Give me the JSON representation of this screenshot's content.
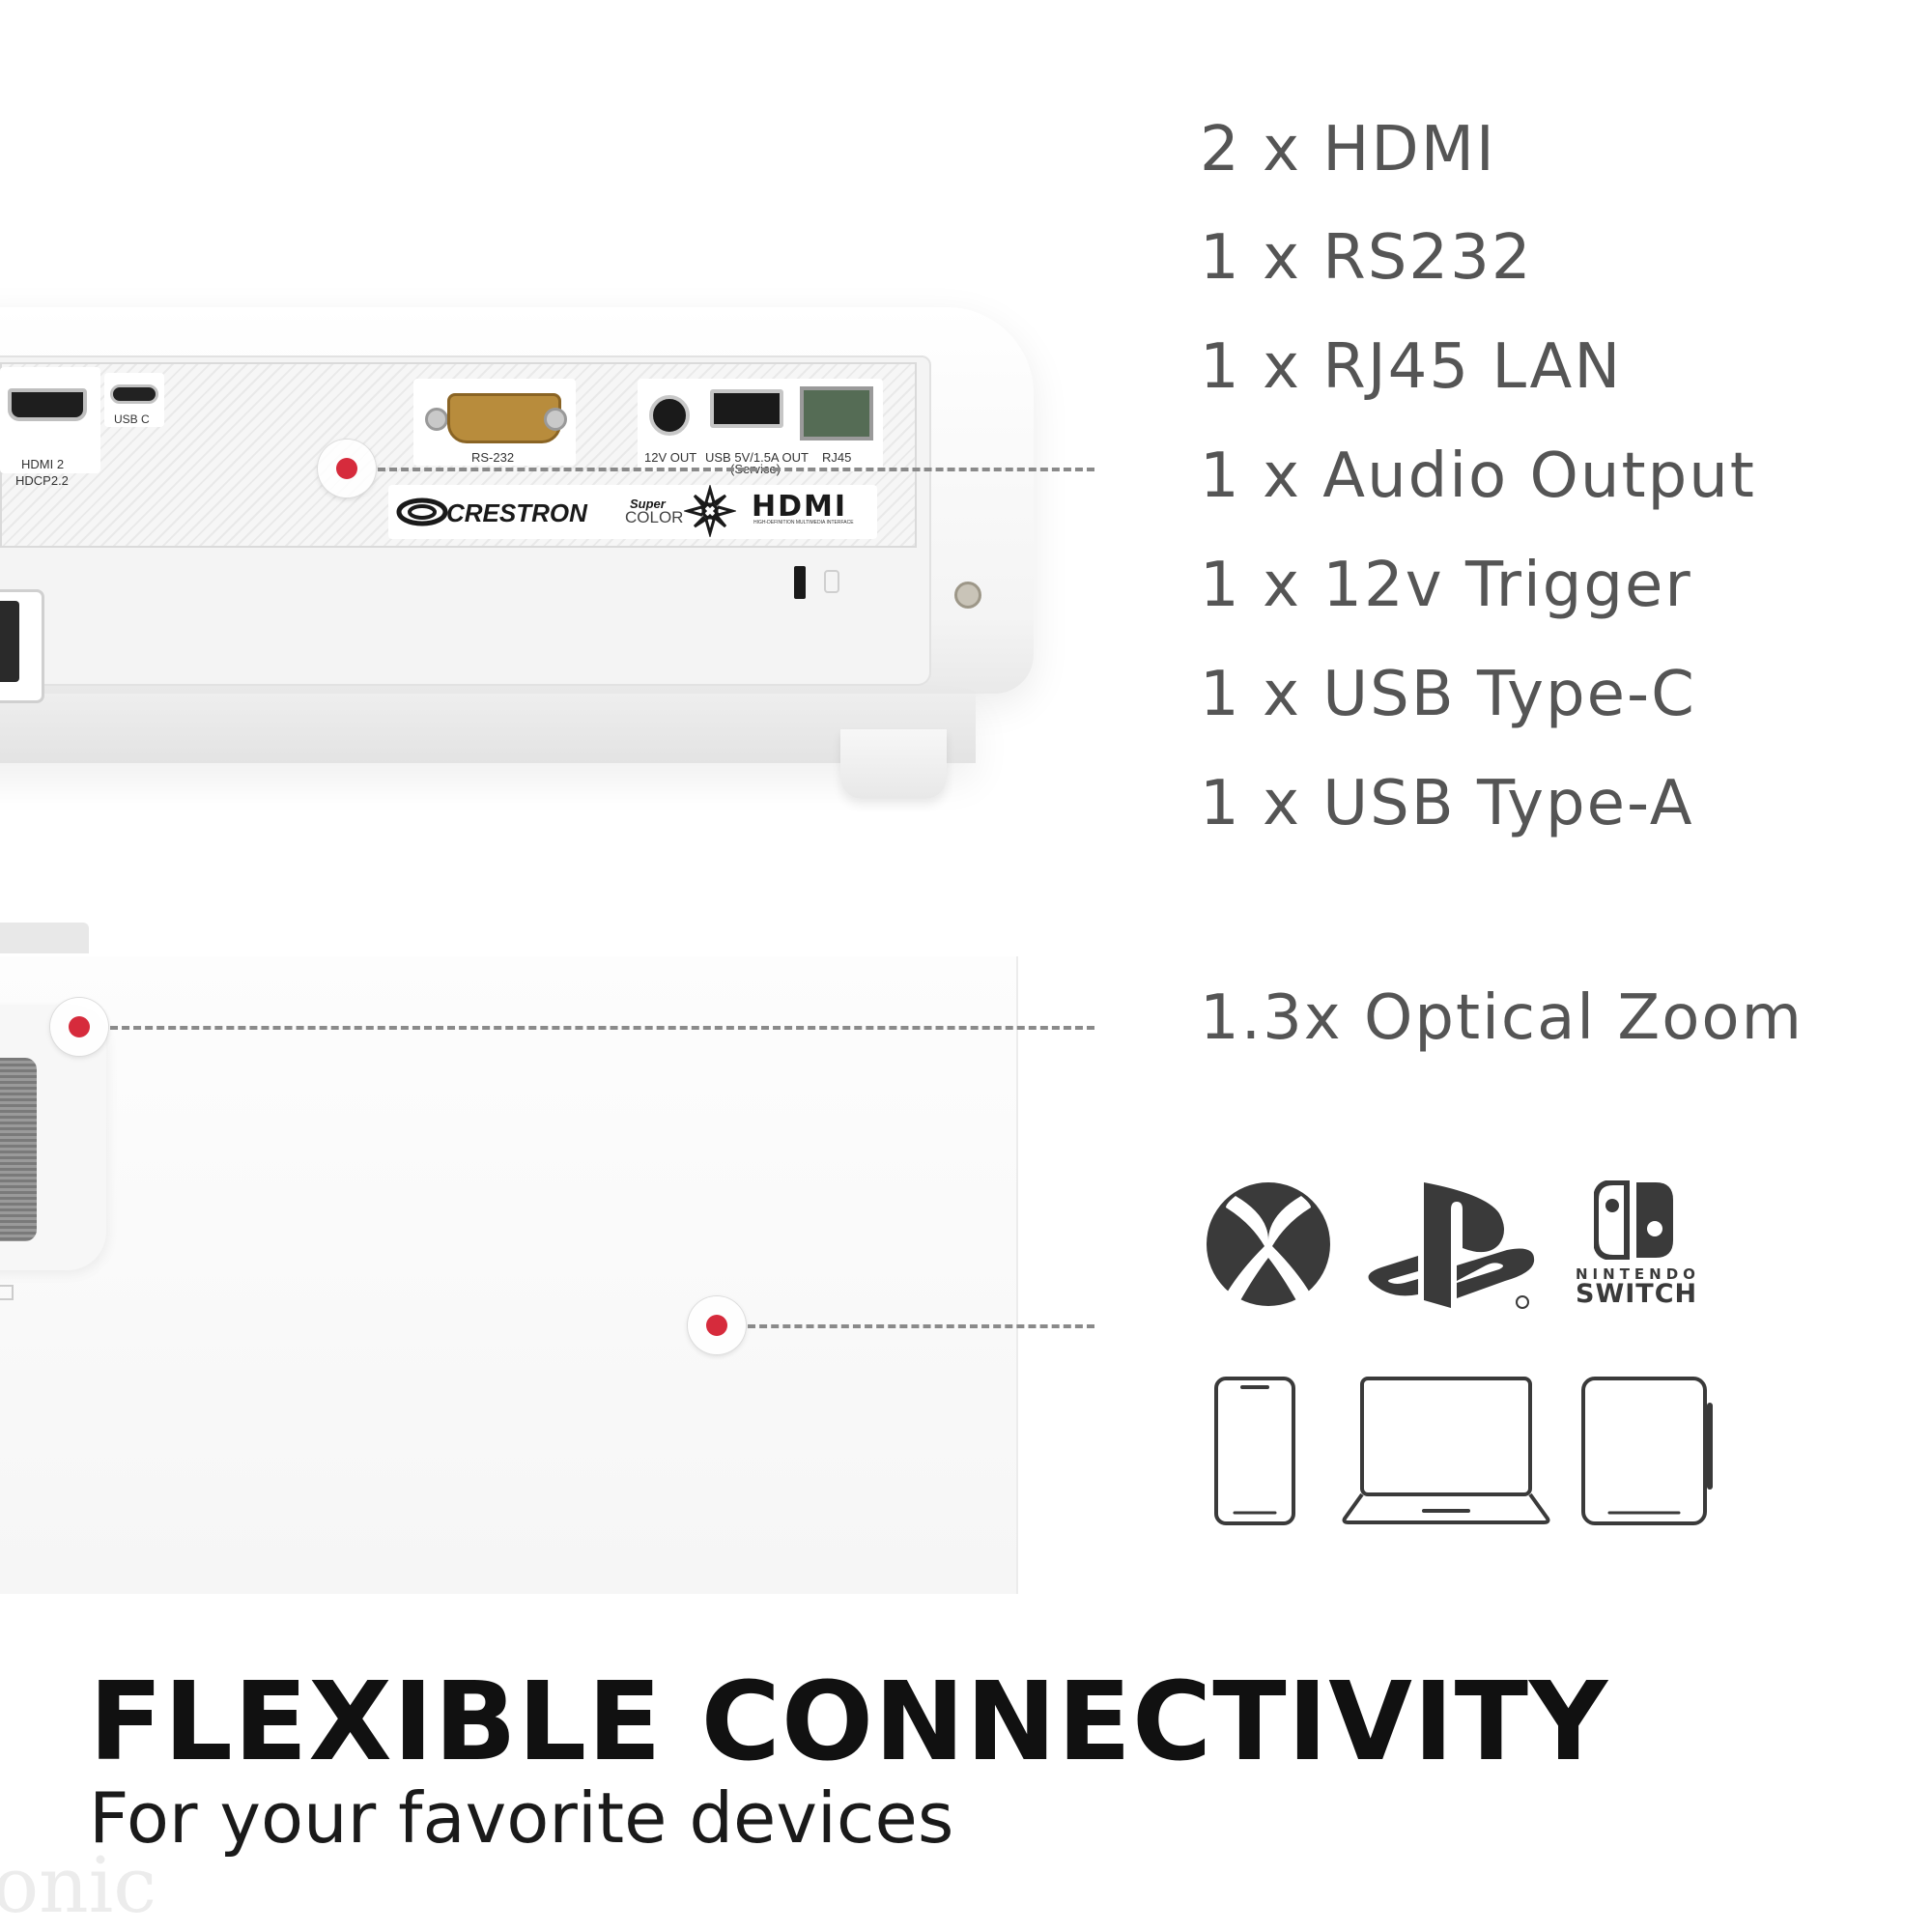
{
  "specs": [
    "2 x HDMI",
    "1 x RS232",
    "1 x RJ45 LAN",
    "1 x Audio Output",
    "1 x 12v Trigger",
    "1 x USB Type-C",
    "1 x USB Type-A"
  ],
  "zoom_spec": "1.3x Optical Zoom",
  "headline": "FLEXIBLE CONNECTIVITY",
  "subheadline": "For your favorite devices",
  "port_labels": {
    "hdmi2": "HDMI 2",
    "hdcp": "HDCP2.2",
    "usbc": "USB C",
    "rs232": "RS-232",
    "out12v": "12V OUT",
    "usb_out": "USB 5V/1.5A OUT",
    "service": "(Service)",
    "rj45": "RJ45"
  },
  "brand_labels": {
    "crestron": "CRESTRON",
    "super": "Super",
    "color": "COLOR",
    "hdmi_logo": "HDMI",
    "hdmi_tag": "HIGH-DEFINITION MULTIMEDIA INTERFACE"
  },
  "console_labels": {
    "nintendo": "NINTENDO",
    "switch": "SWITCH"
  },
  "ghost_logo": "onic",
  "colors": {
    "hotspot": "#d62b3c",
    "spec_text": "#555555",
    "icon": "#3a3a3a"
  },
  "icons": [
    "xbox-icon",
    "playstation-icon",
    "nintendo-switch-icon",
    "phone-icon",
    "laptop-icon",
    "tablet-icon"
  ]
}
